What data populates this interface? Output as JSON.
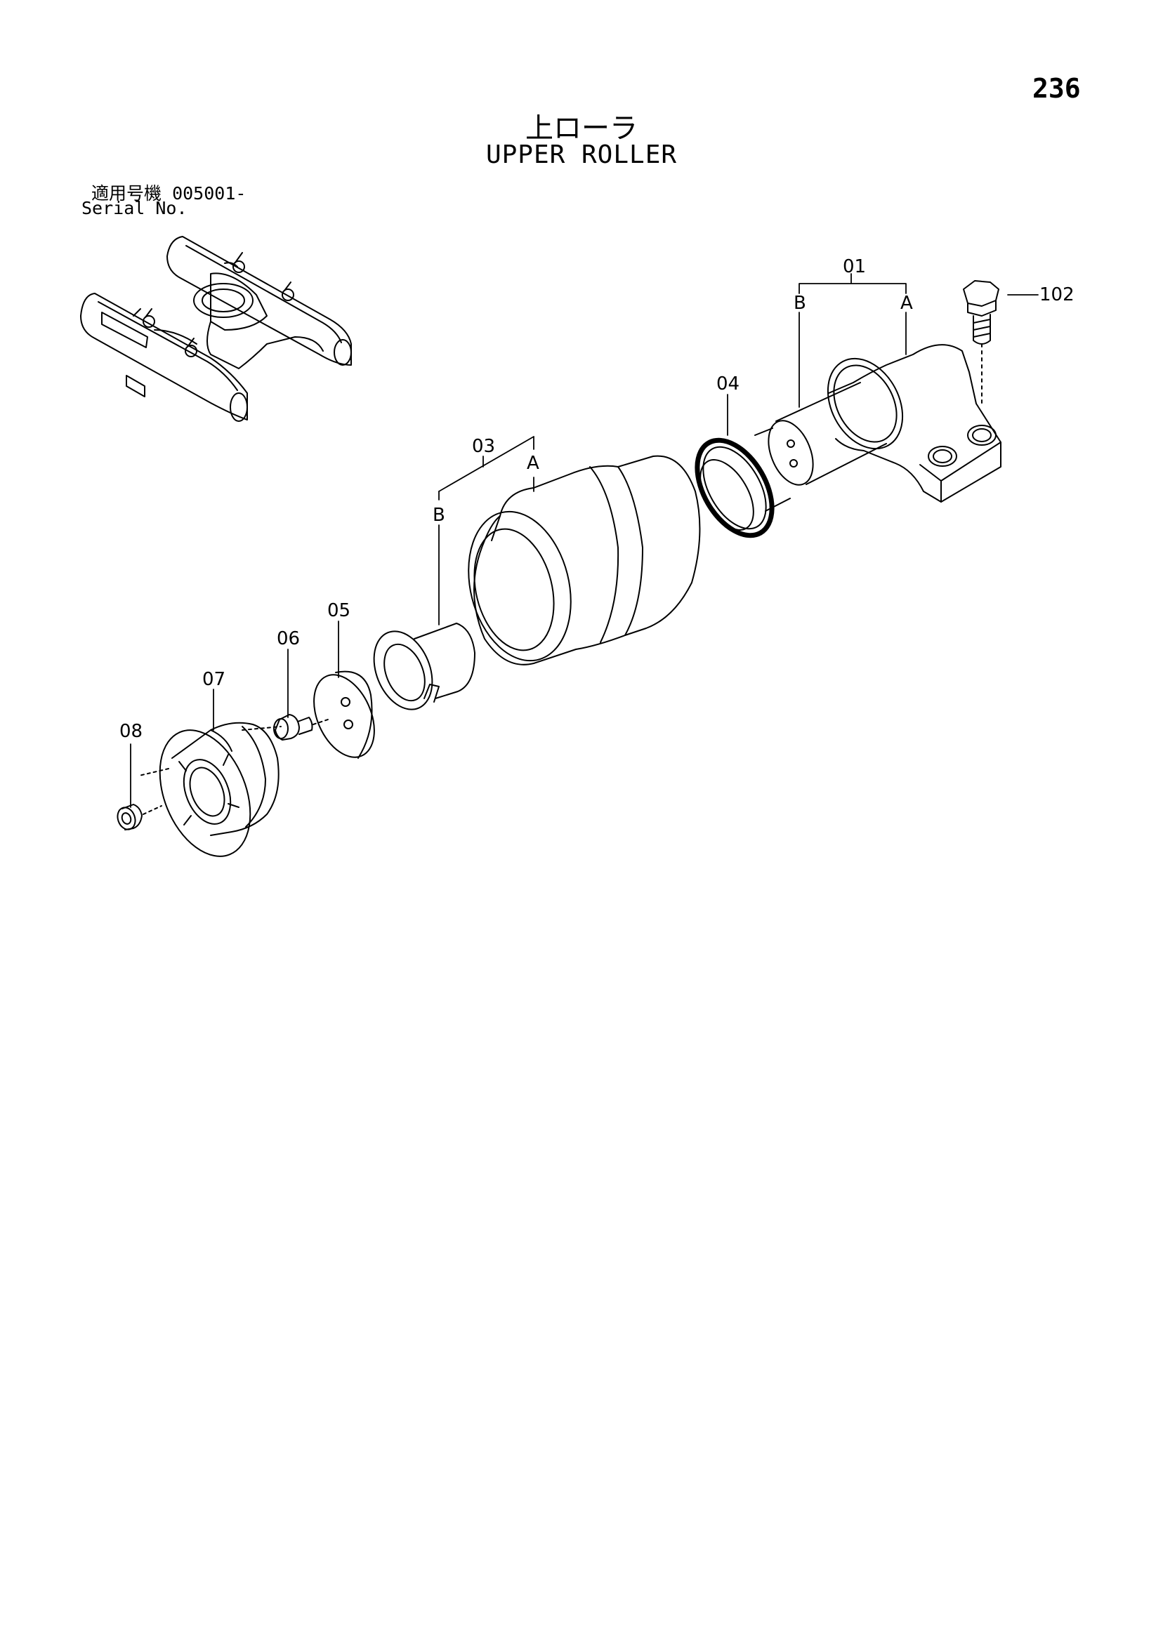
{
  "header": {
    "page_number": "236",
    "title_ja": "上ローラ",
    "title_en": "UPPER ROLLER",
    "serial_label_ja": "適用号機",
    "serial_value": "005001-",
    "serial_label_en": "Serial No."
  },
  "callouts": {
    "p01": "01",
    "p01_a": "A",
    "p01_b": "B",
    "p102": "102",
    "p04": "04",
    "p03": "03",
    "p03_a": "A",
    "p03_b": "B",
    "p05": "05",
    "p06": "06",
    "p07": "07",
    "p08": "08"
  }
}
